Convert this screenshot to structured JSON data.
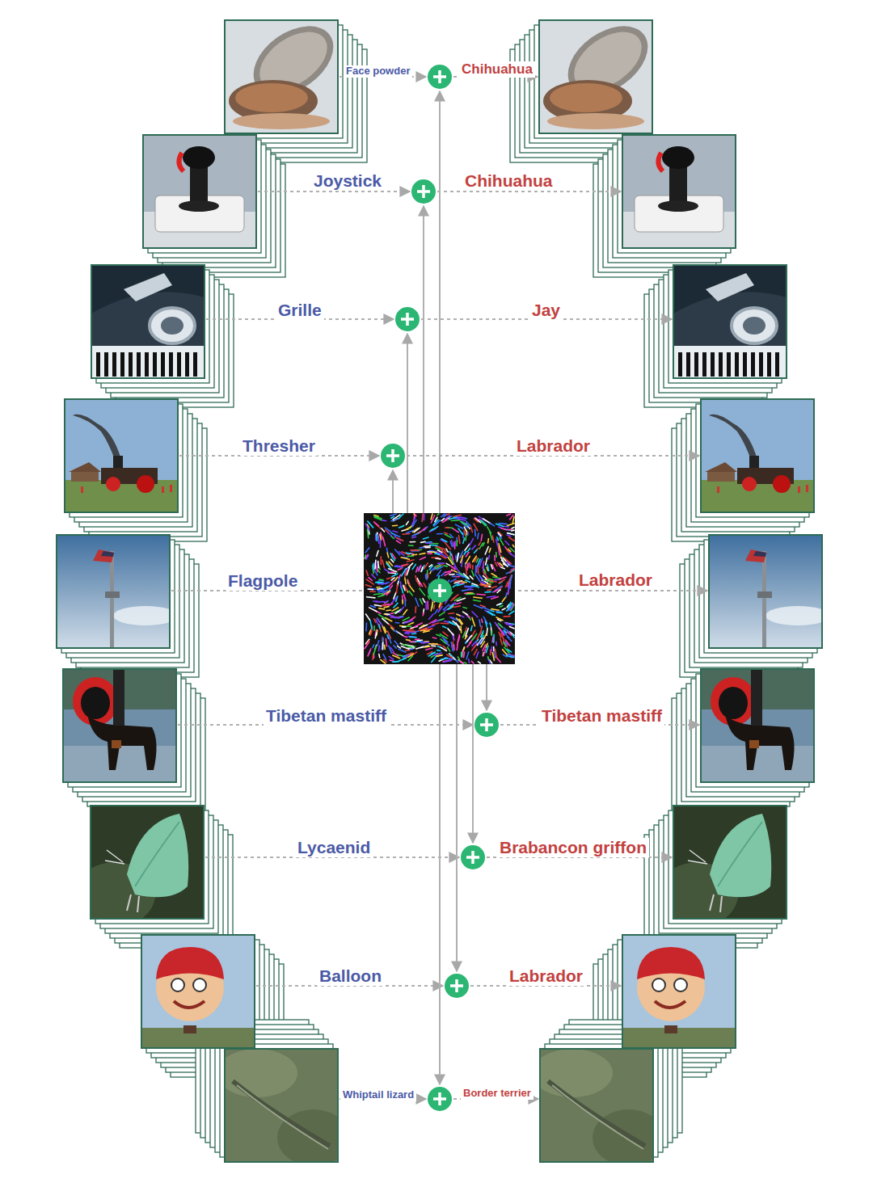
{
  "diagram": {
    "labels": [
      "Face powder",
      "Chihuahua",
      "Joystick",
      "Chihuahua",
      "Grille",
      "Jay",
      "Thresher",
      "Labrador",
      "Flagpole",
      "Labrador",
      "Tibetan mastiff",
      "Tibetan mastiff",
      "Lycaenid",
      "Brabancon griffon",
      "Balloon",
      "Labrador",
      "Whiptail lizard",
      "Border terrier"
    ]
  }
}
